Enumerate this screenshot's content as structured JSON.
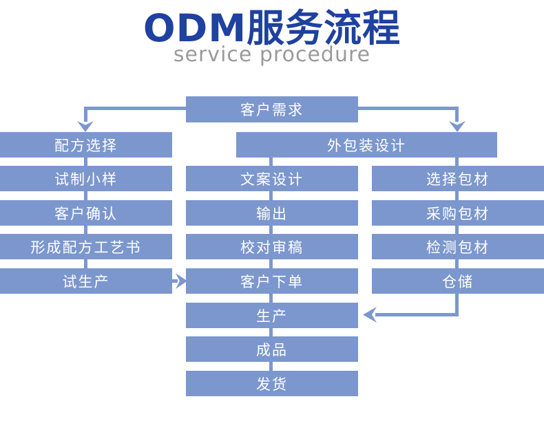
{
  "header": {
    "title": "ODM服务流程",
    "subtitle": "service procedure"
  },
  "flow": {
    "top_label": "客户需求",
    "packaging_header": "外包装设计",
    "left_column": [
      "配方选择",
      "试制小样",
      "客户确认",
      "形成配方工艺书",
      "试生产"
    ],
    "middle_column": [
      "文案设计",
      "输出",
      "校对审稿",
      "客户下单",
      "生产",
      "成品",
      "发货"
    ],
    "right_column": [
      "选择包材",
      "采购包材",
      "检测包材",
      "仓储"
    ]
  },
  "colors": {
    "box_fill": "#7c97ce",
    "box_text": "#ffffff",
    "title": "#1f419f",
    "subtitle": "#9a9a9a",
    "background": "#ffffff"
  }
}
